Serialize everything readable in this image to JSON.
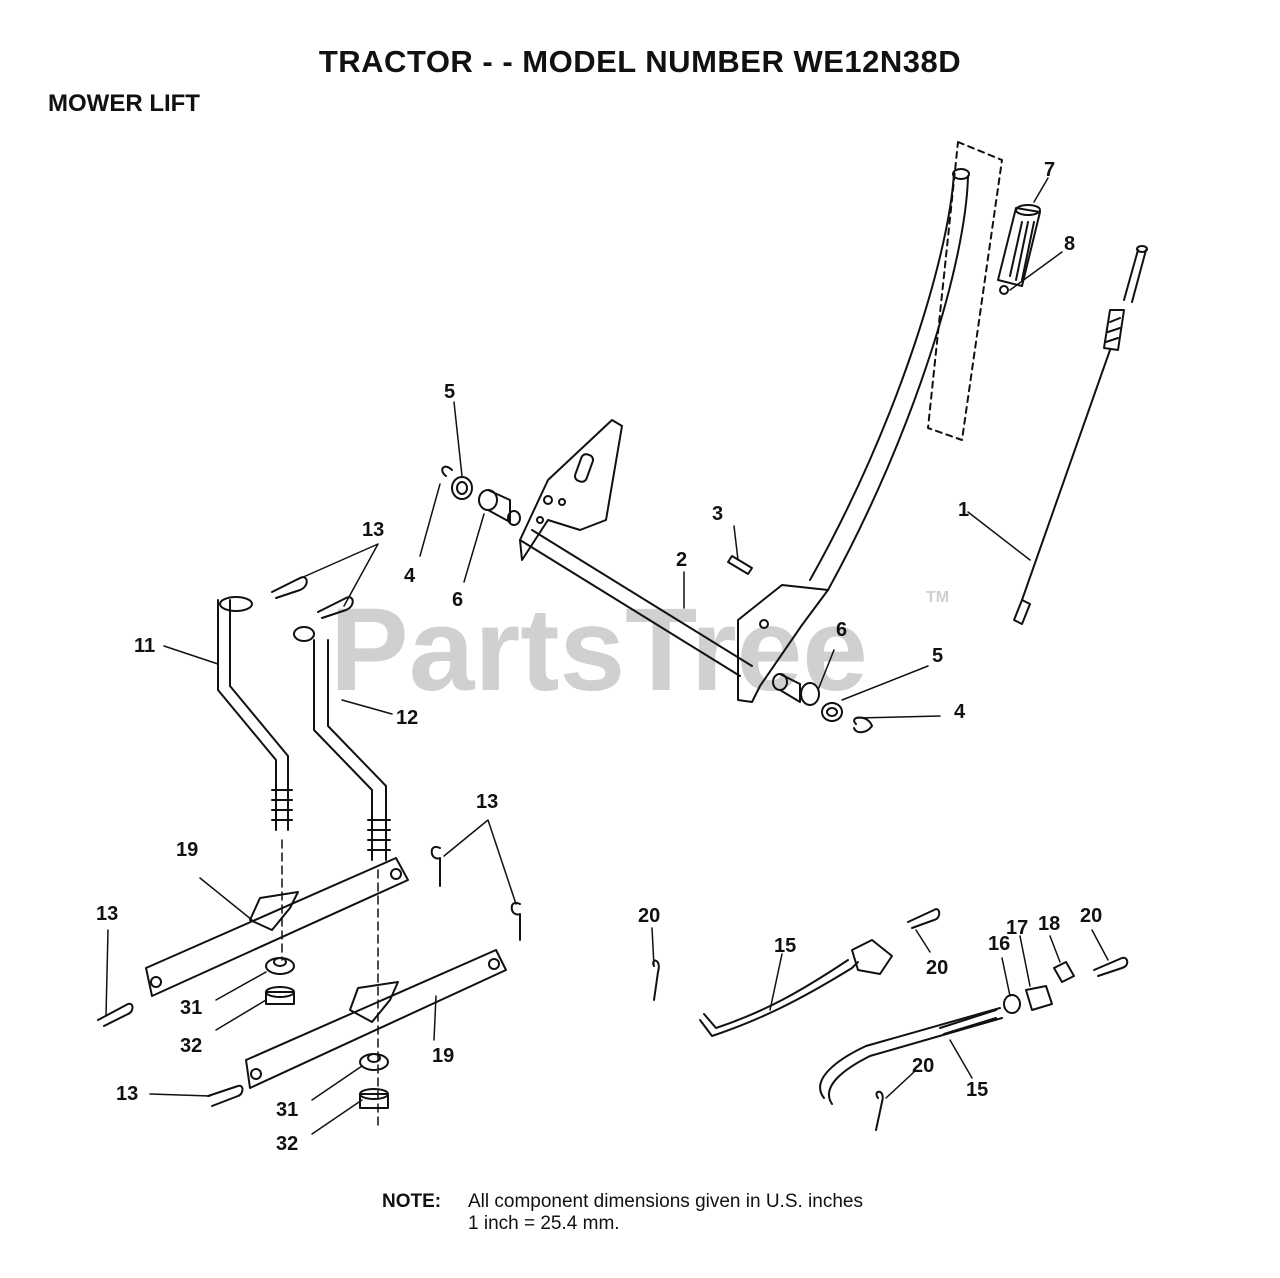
{
  "title": "TRACTOR - - MODEL NUMBER WE12N38D",
  "section": "MOWER LIFT",
  "watermark": {
    "text": "PartsTree",
    "mark": "TM"
  },
  "callouts": {
    "c1": "1",
    "c2": "2",
    "c3": "3",
    "c4a": "4",
    "c4b": "4",
    "c5a": "5",
    "c5b": "5",
    "c6a": "6",
    "c6b": "6",
    "c7": "7",
    "c8": "8",
    "c11": "11",
    "c12": "12",
    "c13a": "13",
    "c13b": "13",
    "c13c": "13",
    "c13d": "13",
    "c15a": "15",
    "c15b": "15",
    "c16": "16",
    "c17": "17",
    "c18": "18",
    "c19a": "19",
    "c19b": "19",
    "c20a": "20",
    "c20b": "20",
    "c20c": "20",
    "c20d": "20",
    "c31a": "31",
    "c31b": "31",
    "c32a": "32",
    "c32b": "32"
  },
  "note": {
    "label": "NOTE:",
    "line1": "All component dimensions given in U.S. inches",
    "line2": "1 inch = 25.4 mm."
  }
}
